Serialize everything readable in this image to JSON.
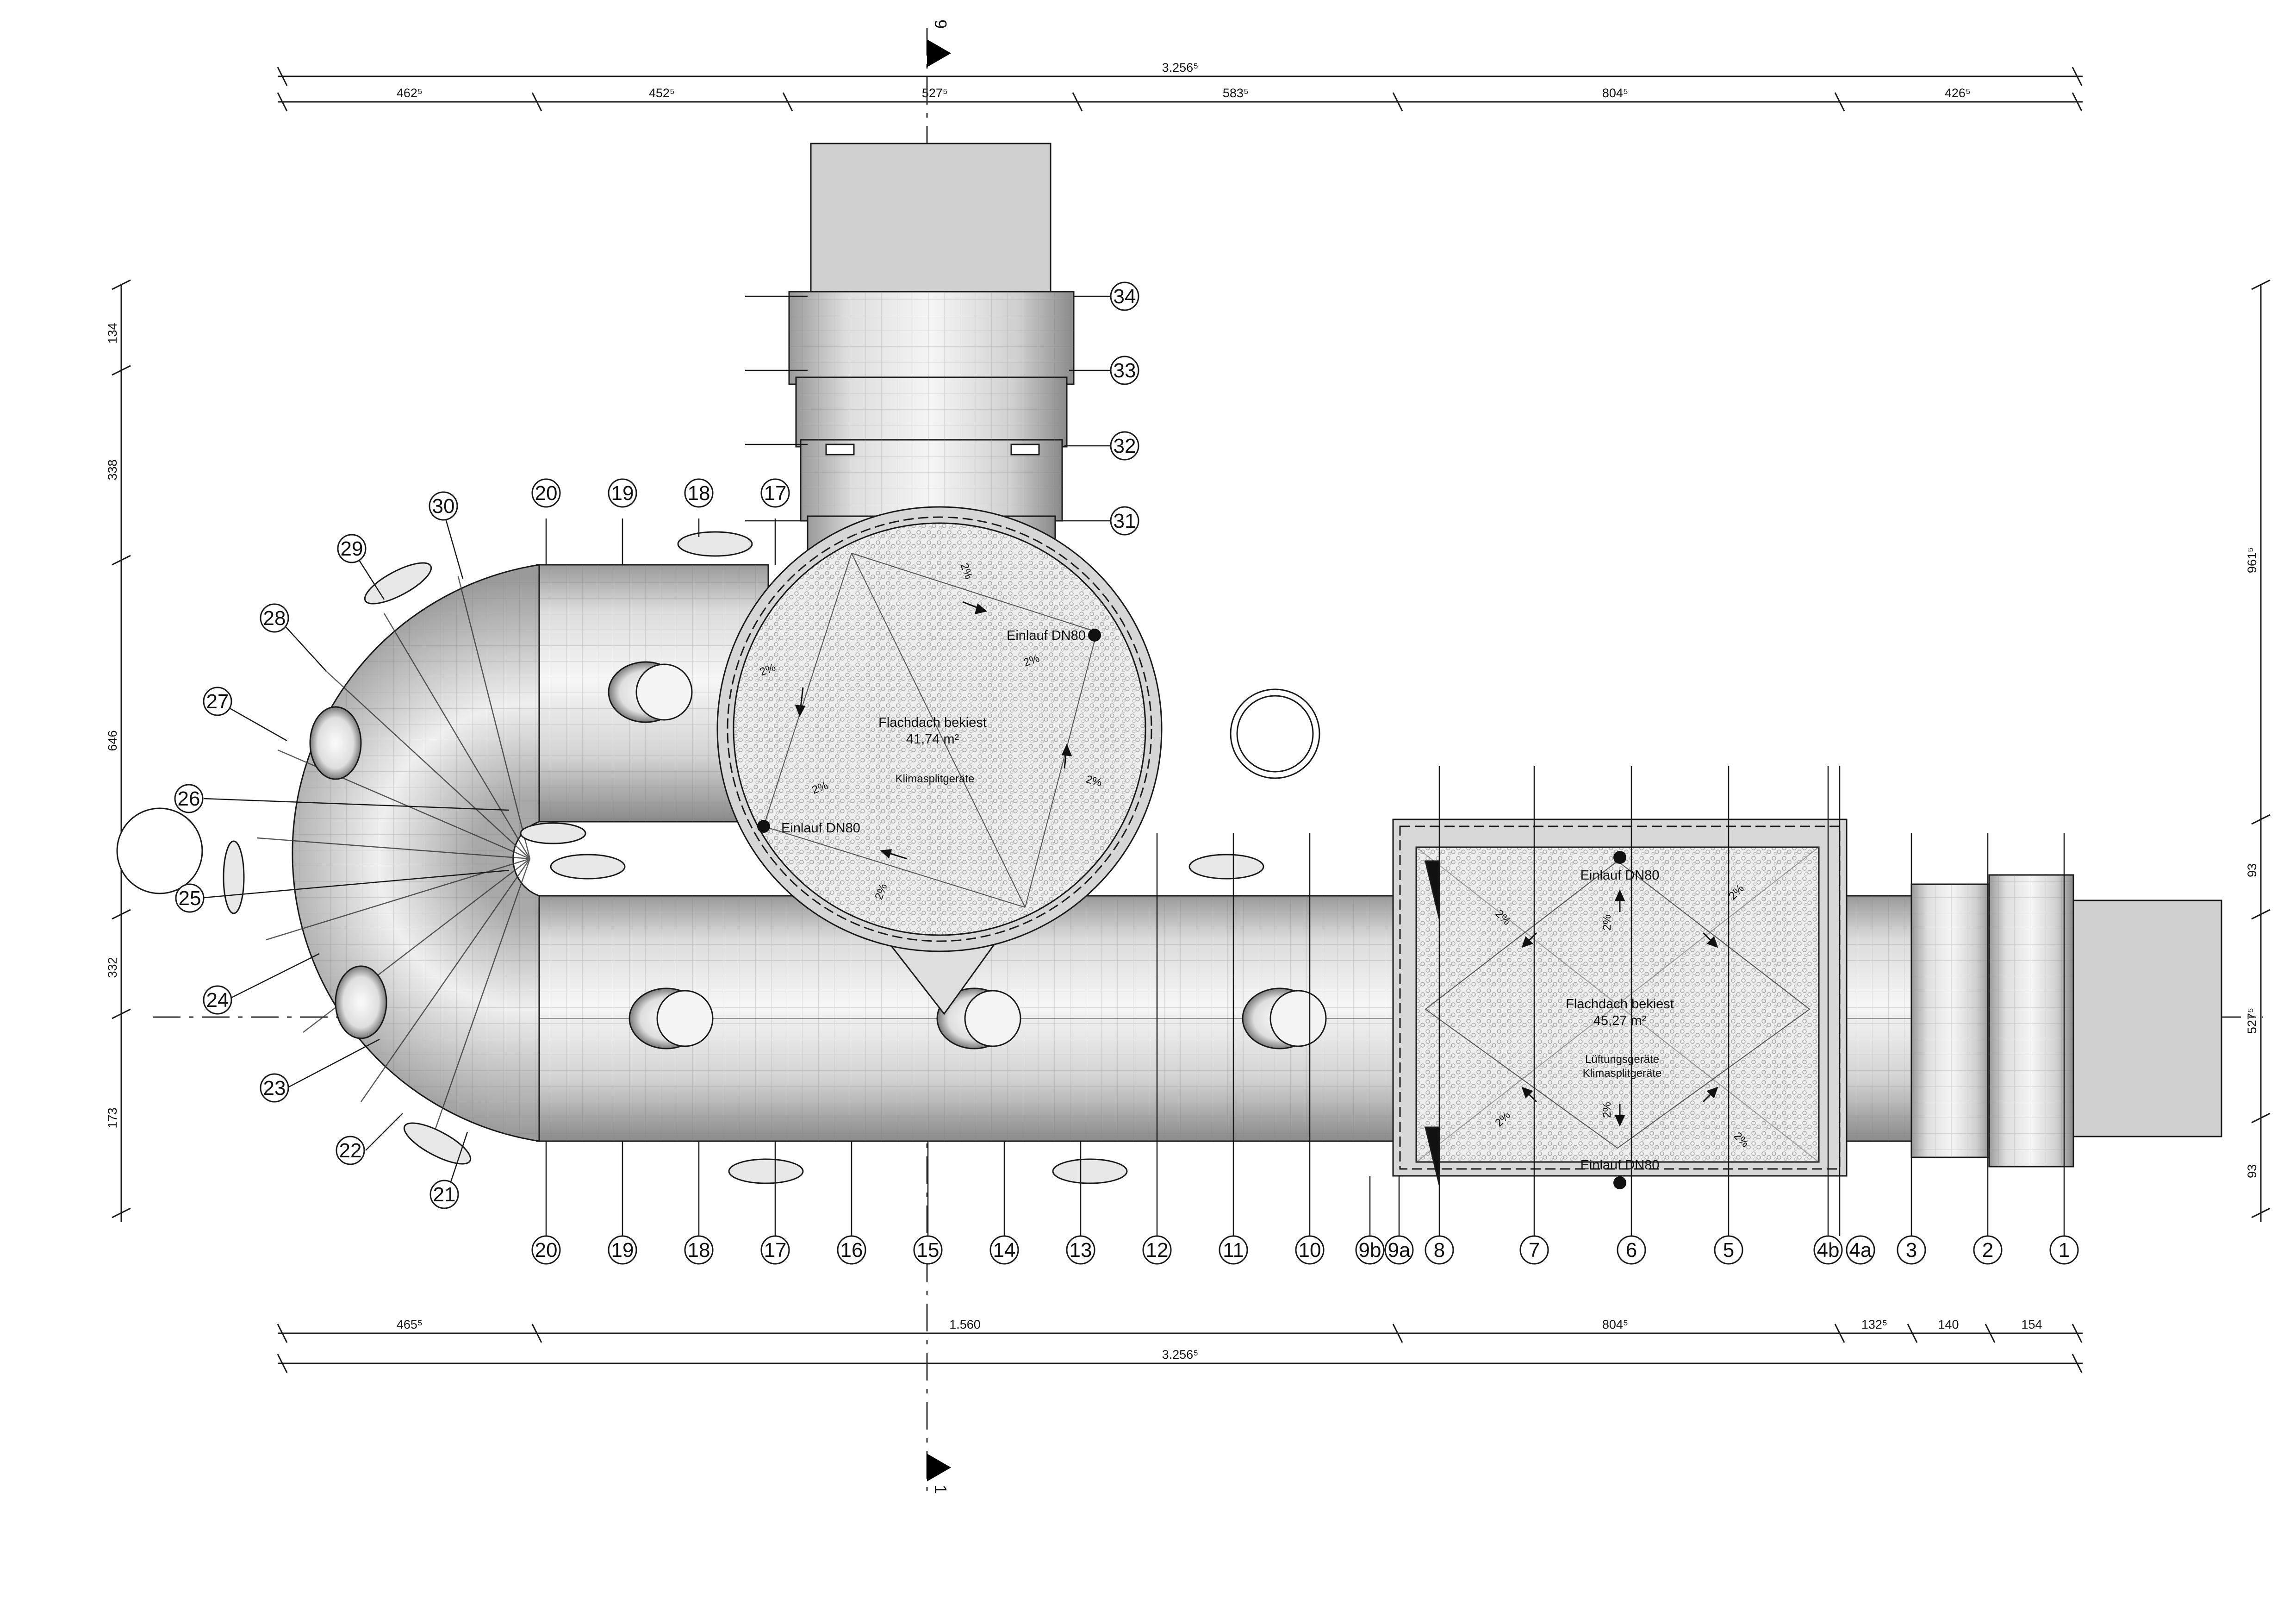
{
  "dimensions": {
    "top_total": "3.256⁵",
    "top_segments": [
      "462⁵",
      "452⁵",
      "527⁵",
      "583⁵",
      "804⁵",
      "426⁵"
    ],
    "bottom_segments": [
      "465⁵",
      "1.560",
      "804⁵",
      "132⁵",
      "140",
      "154"
    ],
    "bottom_total": "3.256⁵",
    "left_segments": [
      "134",
      "338",
      "646",
      "332",
      "173"
    ],
    "right_segments": [
      "961⁵",
      "93",
      "527⁵",
      "93"
    ]
  },
  "section_marker": {
    "top": "9",
    "bottom": "1"
  },
  "axes": {
    "bottom": [
      "20",
      "19",
      "18",
      "17",
      "16",
      "15",
      "14",
      "13",
      "12",
      "11",
      "10",
      "9b",
      "9a",
      "8",
      "7",
      "6",
      "5",
      "4b",
      "4a",
      "3",
      "2",
      "1"
    ],
    "top": [
      "20",
      "19",
      "18",
      "17"
    ],
    "curve": [
      "30",
      "29",
      "28",
      "27",
      "26",
      "25",
      "24",
      "23",
      "22",
      "21"
    ],
    "right_stack": [
      "34",
      "33",
      "32",
      "31"
    ]
  },
  "roof_round": {
    "title": "Flachdach bekiest",
    "area": "41,74 m²",
    "equipment": "Klimasplitgeräte",
    "drain_1": "Einlauf DN80",
    "drain_2": "Einlauf DN80",
    "slope": "2%"
  },
  "roof_square": {
    "title": "Flachdach bekiest",
    "area": "45,27 m²",
    "equipment_1": "Lüftungsgeräte",
    "equipment_2": "Klimasplitgeräte",
    "drain_top": "Einlauf DN80",
    "drain_bottom": "Einlauf DN80",
    "slope": "2%"
  },
  "colors": {
    "line": "#1a1a1a",
    "tube_light": "#f2f2f2",
    "tube_mid": "#c8c8c8",
    "tube_dark": "#8c8c8c",
    "block_grey": "#d0d0d0",
    "gravel": "#e8e8e8"
  }
}
